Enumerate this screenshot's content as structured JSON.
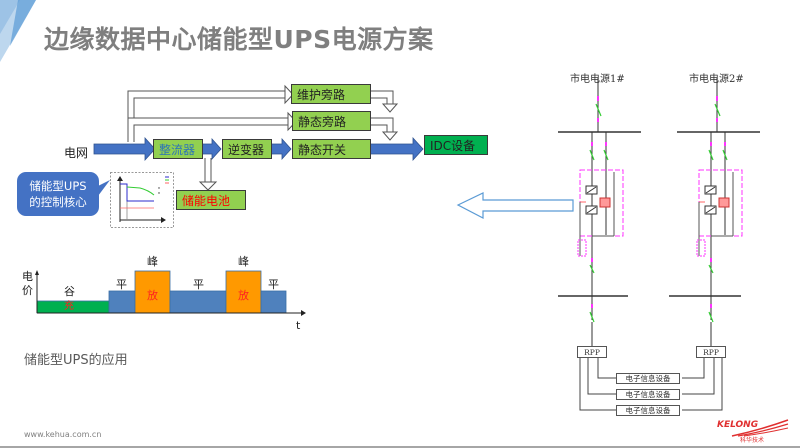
{
  "header": {
    "title": "边缘数据中心储能型UPS电源方案"
  },
  "block_diagram": {
    "input_label": "电网",
    "rectifier": "整流器",
    "inverter": "逆变器",
    "static_switch": "静态开关",
    "maintenance_bypass": "维护旁路",
    "static_bypass": "静态旁路",
    "battery": "储能电池",
    "load": "IDC设备",
    "callout": "储能型UPS\n的控制核心",
    "callout_line1": "储能型UPS",
    "callout_line2": "的控制核心",
    "colors": {
      "box_green": "#92d050",
      "load_green": "#00b050",
      "flow_blue": "#4472c4",
      "rectifier_text": "#2e75b6",
      "battery_text": "#ff0000"
    }
  },
  "tariff_chart": {
    "y_label_1": "电",
    "y_label_2": "价",
    "x_label": "t",
    "segments": [
      {
        "period": "谷",
        "action": "充",
        "level": "low",
        "color": "#00b050"
      },
      {
        "period": "平",
        "action": "",
        "level": "mid",
        "color": "#4472c4"
      },
      {
        "period": "峰",
        "action": "放",
        "level": "high",
        "color": "#ff9900"
      },
      {
        "period": "平",
        "action": "",
        "level": "mid",
        "color": "#4472c4"
      },
      {
        "period": "峰",
        "action": "放",
        "level": "high",
        "color": "#ff9900"
      },
      {
        "period": "平",
        "action": "",
        "level": "mid",
        "color": "#4472c4"
      }
    ]
  },
  "application_label": "储能型UPS的应用",
  "single_line": {
    "source1": "市电电源1#",
    "source2": "市电电源2#",
    "rpp1": "RPP",
    "rpp2": "RPP",
    "loads": [
      "电子信息设备",
      "电子信息设备",
      "电子信息设备"
    ]
  },
  "footer": {
    "url": "www.kehua.com.cn",
    "logo": "KELONG",
    "logo_sub": "科华技术"
  }
}
